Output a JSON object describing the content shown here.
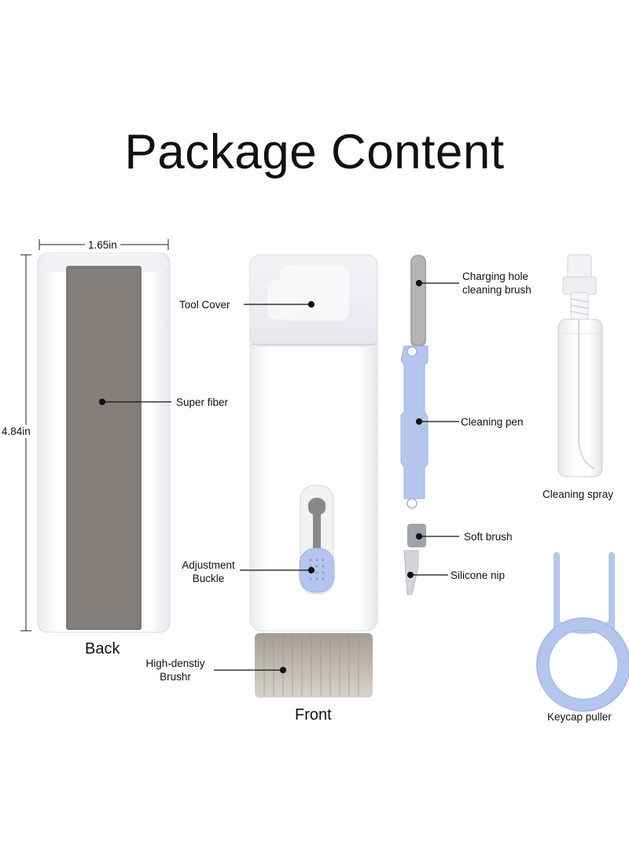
{
  "title": "Package Content",
  "dimensions": {
    "width": "1.65in",
    "height": "4.84in"
  },
  "captions": {
    "back": "Back",
    "front": "Front"
  },
  "labels": {
    "super_fiber": "Super fiber",
    "tool_cover": "Tool Cover",
    "adjustment_line1": "Adjustment",
    "adjustment_line2": "Buckle",
    "brush_line1": "High-denstiy",
    "brush_line2": "Brushr",
    "charging_line1": "Charging hole",
    "charging_line2": "cleaning brush",
    "cleaning_pen": "Cleaning pen",
    "soft_brush": "Soft brush",
    "silicone_nip": "Silicone nip",
    "cleaning_spray": "Cleaning spray",
    "keycap_puller": "Keycap puller"
  },
  "colors": {
    "body_white": "#ffffff",
    "fiber_gray": "#7d7b79",
    "accent_blue": "#b4c6ee",
    "bristle_gray": "#c9c3bb"
  }
}
